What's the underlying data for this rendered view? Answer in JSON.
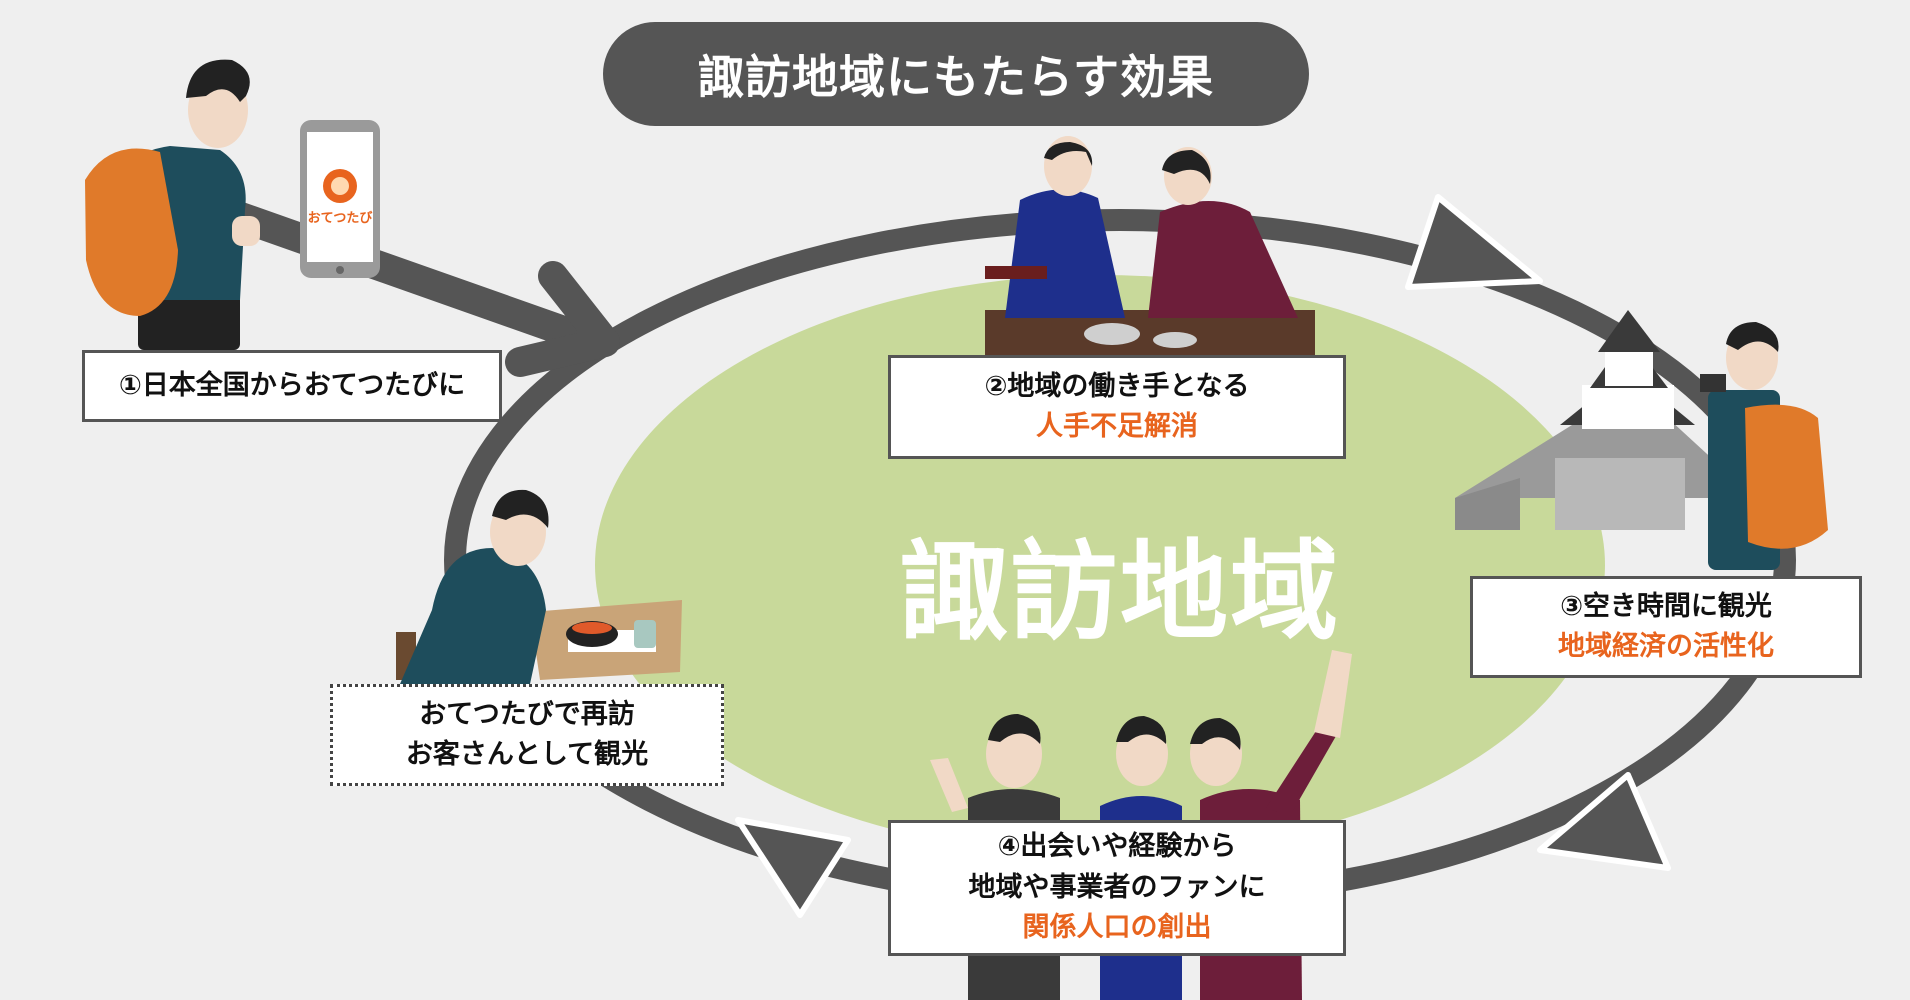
{
  "title": "諏訪地域にもたらす効果",
  "center_label": "諏訪地域",
  "app_screen_text": "おてつたび",
  "steps": [
    {
      "line1": "①日本全国からおてつたびに"
    },
    {
      "line1": "②地域の働き手となる",
      "highlight": "人手不足解消"
    },
    {
      "line1": "③空き時間に観光",
      "highlight": "地域経済の活性化"
    },
    {
      "line1": "④出会いや経験から",
      "line2": "地域や事業者のファンに",
      "highlight": "関係人口の創出"
    },
    {
      "line1": "おてつたびで再訪",
      "line2": "お客さんとして観光"
    }
  ],
  "colors": {
    "accent": "#e8641e",
    "cycle_ring": "#555555",
    "center_ellipse": "#c8d99a",
    "background": "#efefef",
    "backpack": "#e07a2a",
    "shirt": "#1e4d5c"
  }
}
